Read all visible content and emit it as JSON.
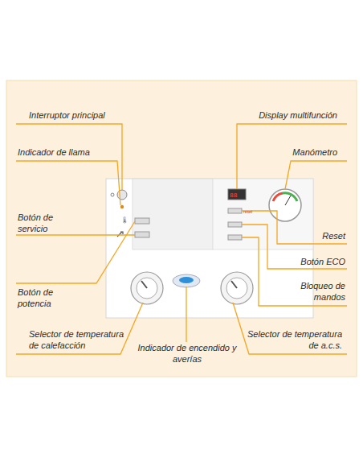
{
  "diagram": {
    "labels": [
      "Interruptor principal",
      "Display multifunción",
      "Indicador de llama",
      "Manómetro",
      "Botón de servicio",
      "reset",
      "Reset",
      "Botón ECO",
      "Botón de potencia",
      "Bloqueo de mandos",
      "Selector de temperatura de calefacción",
      "Indicador de encendido y averías",
      "Selector de temperatura de a.c.s."
    ]
  }
}
